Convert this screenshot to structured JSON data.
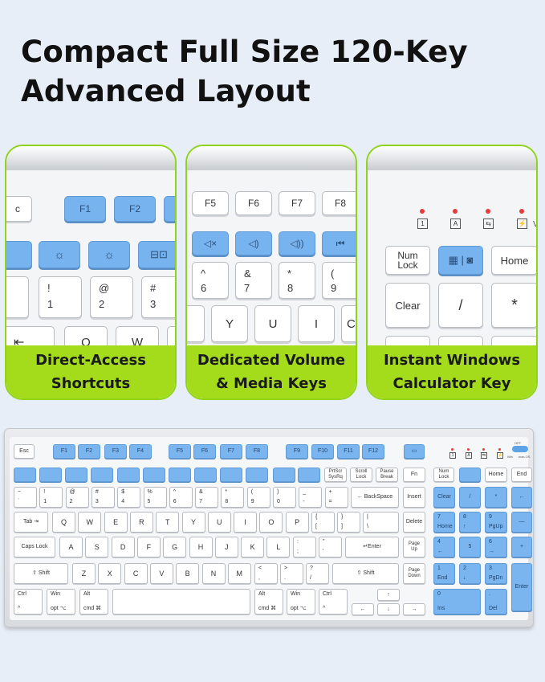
{
  "title": {
    "line1": "Compact Full Size 120-Key",
    "line2": "Advanced Layout"
  },
  "panels": [
    {
      "caption1": "Direct-Access",
      "caption2": "Shortcuts",
      "keys": {
        "esc": "c",
        "f1": "F1",
        "f2": "F2",
        "k1s": "!",
        "k1b": "1",
        "k2s": "@",
        "k2b": "2",
        "k3s": "#",
        "k3b": "3",
        "q": "Q",
        "w": "W",
        "tab": "⇤"
      }
    },
    {
      "caption1": "Dedicated Volume",
      "caption2": "& Media Keys",
      "keys": {
        "f5": "F5",
        "f6": "F6",
        "f7": "F7",
        "f8": "F8",
        "mute": "◁×",
        "voldn": "◁)",
        "volup": "◁))",
        "prev": "⏮",
        "k6s": "^",
        "k6b": "6",
        "k7s": "&",
        "k7b": "7",
        "k8s": "*",
        "k8b": "8",
        "k9s": "(",
        "k9b": "9",
        "y": "Y",
        "u": "U",
        "i": "I",
        "o": "C"
      }
    },
    {
      "caption1": "Instant Windows",
      "caption2": "Calculator Key",
      "leds": [
        "1",
        "A",
        "⇆",
        "⚡"
      ],
      "v": "V",
      "keys": {
        "num1": "Num",
        "num2": "Lock",
        "calc": "▦ | ◙",
        "home": "Home",
        "clear": "Clear",
        "slash": "/",
        "star": "*"
      }
    }
  ],
  "keyboard": {
    "frow": {
      "esc": "Esc",
      "f1": "F1",
      "f2": "F2",
      "f3": "F3",
      "f4": "F4",
      "f5": "F5",
      "f6": "F6",
      "f7": "F7",
      "f8": "F8",
      "f9": "F9",
      "f10": "F10",
      "f11": "F11",
      "f12": "F12",
      "monitor": "▭"
    },
    "leds": [
      "1",
      "A",
      "⇆",
      "⚡"
    ],
    "led_labels": {
      "win": "Win",
      "mac": "mac OS",
      "off": "OFF"
    },
    "mrow": {
      "prtscr": "PrtScr\nSysRq",
      "scroll": "Scroll\nLock",
      "pause": "Pause\nBreak",
      "fn": "Fn",
      "numlock": "Num\nLock",
      "home": "Home",
      "end": "End"
    },
    "num": {
      "tilde_t": "~",
      "tilde_b": "`",
      "k1t": "!",
      "k1b": "1",
      "k2t": "@",
      "k2b": "2",
      "k3t": "#",
      "k3b": "3",
      "k4t": "$",
      "k4b": "4",
      "k5t": "%",
      "k5b": "5",
      "k6t": "^",
      "k6b": "6",
      "k7t": "&",
      "k7b": "7",
      "k8t": "*",
      "k8b": "8",
      "k9t": "(",
      "k9b": "9",
      "k0t": ")",
      "k0b": "0",
      "minus_t": "_",
      "minus_b": "-",
      "plus_t": "+",
      "plus_b": "=",
      "backspace": "← BackSpace",
      "insert": "Insert",
      "clear": "Clear",
      "slash": "/",
      "star": "*",
      "back": "←"
    },
    "qrow": {
      "tab": "Tab ⇥",
      "q": "Q",
      "w": "W",
      "e": "E",
      "r": "R",
      "t": "T",
      "y": "Y",
      "u": "U",
      "i": "I",
      "o": "O",
      "p": "P",
      "lb_t": "{",
      "lb_b": "[",
      "rb_t": "}",
      "rb_b": "]",
      "bs_t": "|",
      "bs_b": "\\",
      "delete": "Delete",
      "n7": "7",
      "n7b": "Home",
      "n8": "8",
      "n8b": "↑",
      "n9": "9",
      "n9b": "PgUp",
      "nminus": "—"
    },
    "arow": {
      "caps": "Caps Lock",
      "a": "A",
      "s": "S",
      "d": "D",
      "f": "F",
      "g": "G",
      "h": "H",
      "j": "J",
      "k": "K",
      "l": "L",
      "semi_t": ":",
      "semi_b": ";",
      "quote_t": "\"",
      "quote_b": "'",
      "enter": "↵Enter",
      "pgup": "Page\nUp",
      "n4": "4",
      "n4b": "←",
      "n5": "5",
      "n6": "6",
      "n6b": "→",
      "nplus": "+"
    },
    "zrow": {
      "lshift": "⇧ Shift",
      "z": "Z",
      "x": "X",
      "c": "C",
      "v": "V",
      "b": "B",
      "n": "N",
      "m": "M",
      "comma_t": "<",
      "comma_b": ",",
      "dot_t": ">",
      "dot_b": ".",
      "qm_t": "?",
      "qm_b": "/",
      "rshift": "⇧ Shift",
      "pgdn": "Page\nDown",
      "n1": "1",
      "n1b": "End",
      "n2": "2",
      "n2b": "↓",
      "n3": "3",
      "n3b": "PgDn",
      "nenter": "Enter"
    },
    "brow": {
      "lctrl": "Ctrl",
      "lctrl_b": "^",
      "lwin": "Win",
      "lwin_b": "opt ⌥",
      "lalt": "Alt",
      "lalt_b": "cmd ⌘",
      "ralt": "Alt",
      "ralt_b": "cmd ⌘",
      "rwin": "Win",
      "rwin_b": "opt ⌥",
      "rctrl": "Ctrl",
      "rctrl_b": "^",
      "left": "←",
      "up": "↑",
      "down": "↓",
      "right": "→",
      "n0": "0",
      "n0b": "Ins",
      "ndot": ".",
      "ndotb": "Del"
    }
  },
  "colors": {
    "accent_key": "#7ab5ef",
    "caption_green": "#a4dc1c",
    "background": "#e8eef7"
  }
}
